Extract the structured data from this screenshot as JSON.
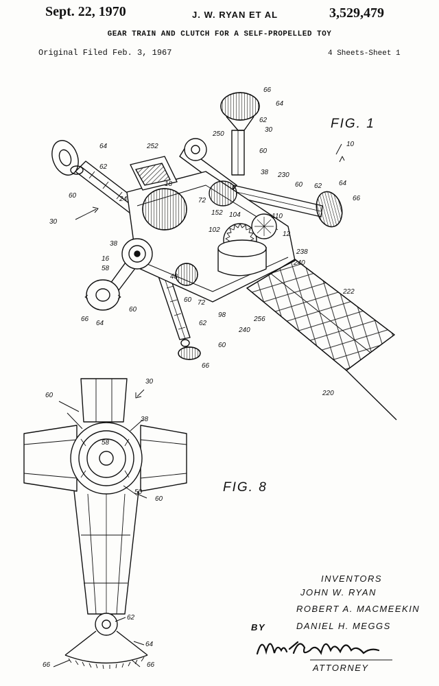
{
  "header": {
    "date": "Sept. 22, 1970",
    "inventor": "J. W. RYAN ET AL",
    "patent_number": "3,529,479",
    "title": "GEAR TRAIN AND CLUTCH FOR A SELF-PROPELLED TOY",
    "filed": "Original Filed Feb. 3, 1967",
    "sheets": "4 Sheets-Sheet 1"
  },
  "figures": {
    "fig1": "FIG. 1",
    "fig8": "FIG. 8"
  },
  "fig1_labels": [
    "66",
    "64",
    "62",
    "30",
    "60",
    "10",
    "250",
    "252",
    "38",
    "230",
    "60",
    "62",
    "64",
    "66",
    "64",
    "62",
    "60",
    "18",
    "24",
    "72",
    "152",
    "104",
    "110",
    "12",
    "102",
    "238",
    "240",
    "222",
    "30",
    "16",
    "58",
    "38",
    "48",
    "60",
    "72",
    "98",
    "256",
    "240",
    "66",
    "64",
    "62",
    "60",
    "220",
    "66",
    "60"
  ],
  "fig8_labels": [
    "30",
    "60",
    "38",
    "58",
    "50",
    "60",
    "62",
    "64",
    "66",
    "66"
  ],
  "block": {
    "heading": "INVENTORS",
    "names": [
      "JOHN W. RYAN",
      "ROBERT A. MACMEEKIN",
      "DANIEL H. MEGGS"
    ],
    "by": "BY",
    "attorney": "ATTORNEY"
  }
}
